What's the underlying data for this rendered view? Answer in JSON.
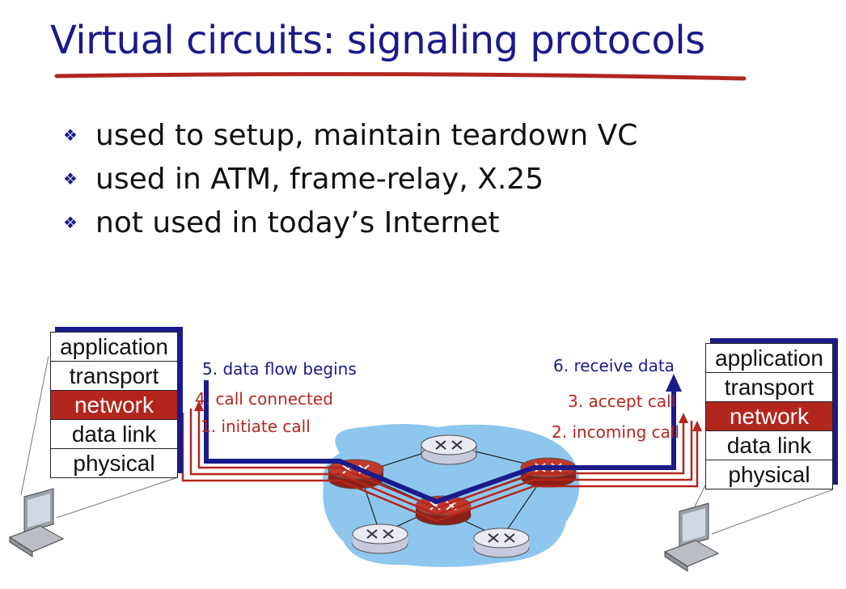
{
  "slide": {
    "title": "Virtual circuits: signaling protocols",
    "bullets": [
      "used to setup, maintain  teardown VC",
      "used in ATM, frame-relay, X.25",
      "not used in today’s Internet"
    ]
  },
  "left_stack": {
    "layers": [
      "application",
      "transport",
      "network",
      "data link",
      "physical"
    ],
    "highlighted": "network"
  },
  "right_stack": {
    "layers": [
      "application",
      "transport",
      "network",
      "data link",
      "physical"
    ],
    "highlighted": "network"
  },
  "steps": {
    "s1": "1. initiate call",
    "s2": "2. incoming call",
    "s3": "3. accept call",
    "s4": "4. call connected",
    "s5": "5. data flow begins",
    "s6": "6. receive data"
  },
  "colors": {
    "title": "#1a1a8c",
    "signal_red": "#b3261e",
    "data_blue": "#1a1a8c",
    "cloud": "#8fc6ee",
    "highlight_layer": "#b3261e"
  },
  "icons": [
    "router-icon",
    "computer-icon"
  ]
}
